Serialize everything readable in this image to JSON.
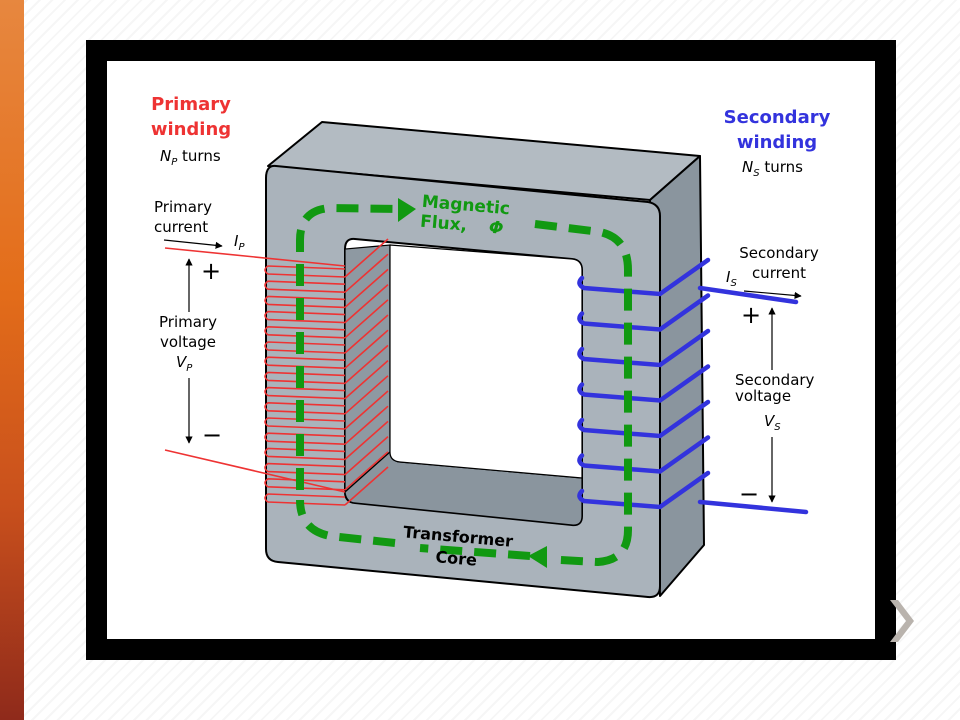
{
  "primary": {
    "title_line1": "Primary",
    "title_line2": "winding",
    "turns_symbol": "N",
    "turns_sub": "P",
    "turns_text": " turns",
    "current_line1": "Primary",
    "current_line2": "current",
    "current_symbol": "I",
    "current_sub": "P",
    "plus": "+",
    "minus": "−",
    "voltage_line1": "Primary",
    "voltage_line2": "voltage",
    "voltage_symbol": "V",
    "voltage_sub": "P"
  },
  "secondary": {
    "title_line1": "Secondary",
    "title_line2": "winding",
    "turns_symbol": "N",
    "turns_sub": "S",
    "turns_text": " turns",
    "current_line1": "Secondary",
    "current_line2": "current",
    "current_symbol": "I",
    "current_sub": "S",
    "plus": "+",
    "minus": "−",
    "voltage_line1": "Secondary",
    "voltage_line2": "voltage",
    "voltage_symbol": "V",
    "voltage_sub": "S"
  },
  "flux": {
    "line1": "Magnetic",
    "line2": "Flux,",
    "symbol": "Φ"
  },
  "core": {
    "line1": "Transformer",
    "line2": "Core"
  },
  "colors": {
    "primary": "#ee3333",
    "secondary": "#3333dd",
    "flux": "#119911",
    "core_front": "#aab3bb",
    "core_side": "#8a959e"
  }
}
